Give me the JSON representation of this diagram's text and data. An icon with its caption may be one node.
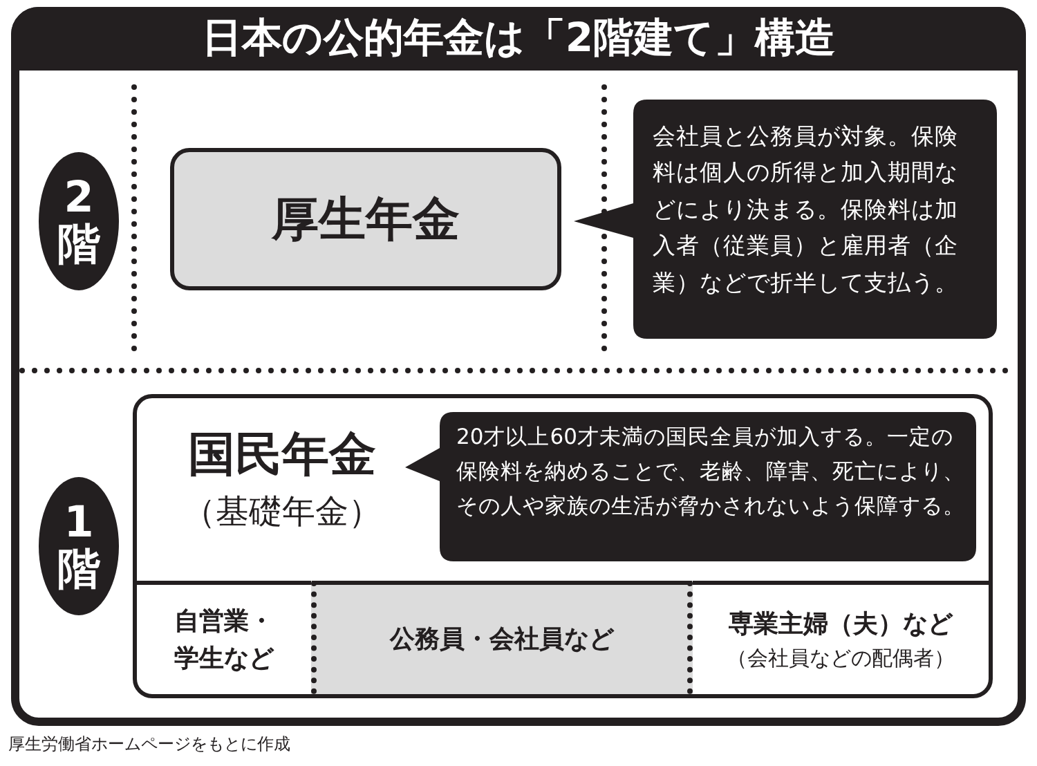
{
  "diagram": {
    "title": "日本の公的年金は「2階建て」構造",
    "caption": "厚生労働省ホームページをもとに作成",
    "nodes": [
      {
        "text": [
          "2階"
        ]
      },
      {
        "text": [
          "厚生年金"
        ]
      },
      {
        "text": [
          "会社員と公務員が対象。保険料は個人の所得と加入期間などにより決まる。保険料は加入者（従業員）と雇用者（企業）などで折半して支払う。"
        ]
      },
      {
        "text": [
          "1階"
        ]
      },
      {
        "text": [
          "国民年金",
          "（基礎年金）"
        ]
      },
      {
        "text": [
          "20才以上60才未満の国民全員が加入する。一定の保険料を納めることで、老齢、障害、死亡により、その人や家族の生活が脅かされないよう保障する。"
        ],
        "in": 4
      },
      {
        "text": [
          "自営業・学生など"
        ],
        "in": 4
      },
      {
        "text": [
          "公務員・会社員など"
        ],
        "in": 4
      },
      {
        "text": [
          "専業主婦（夫）など",
          "（会社員などの配偶者）"
        ],
        "in": 4
      }
    ]
  }
}
